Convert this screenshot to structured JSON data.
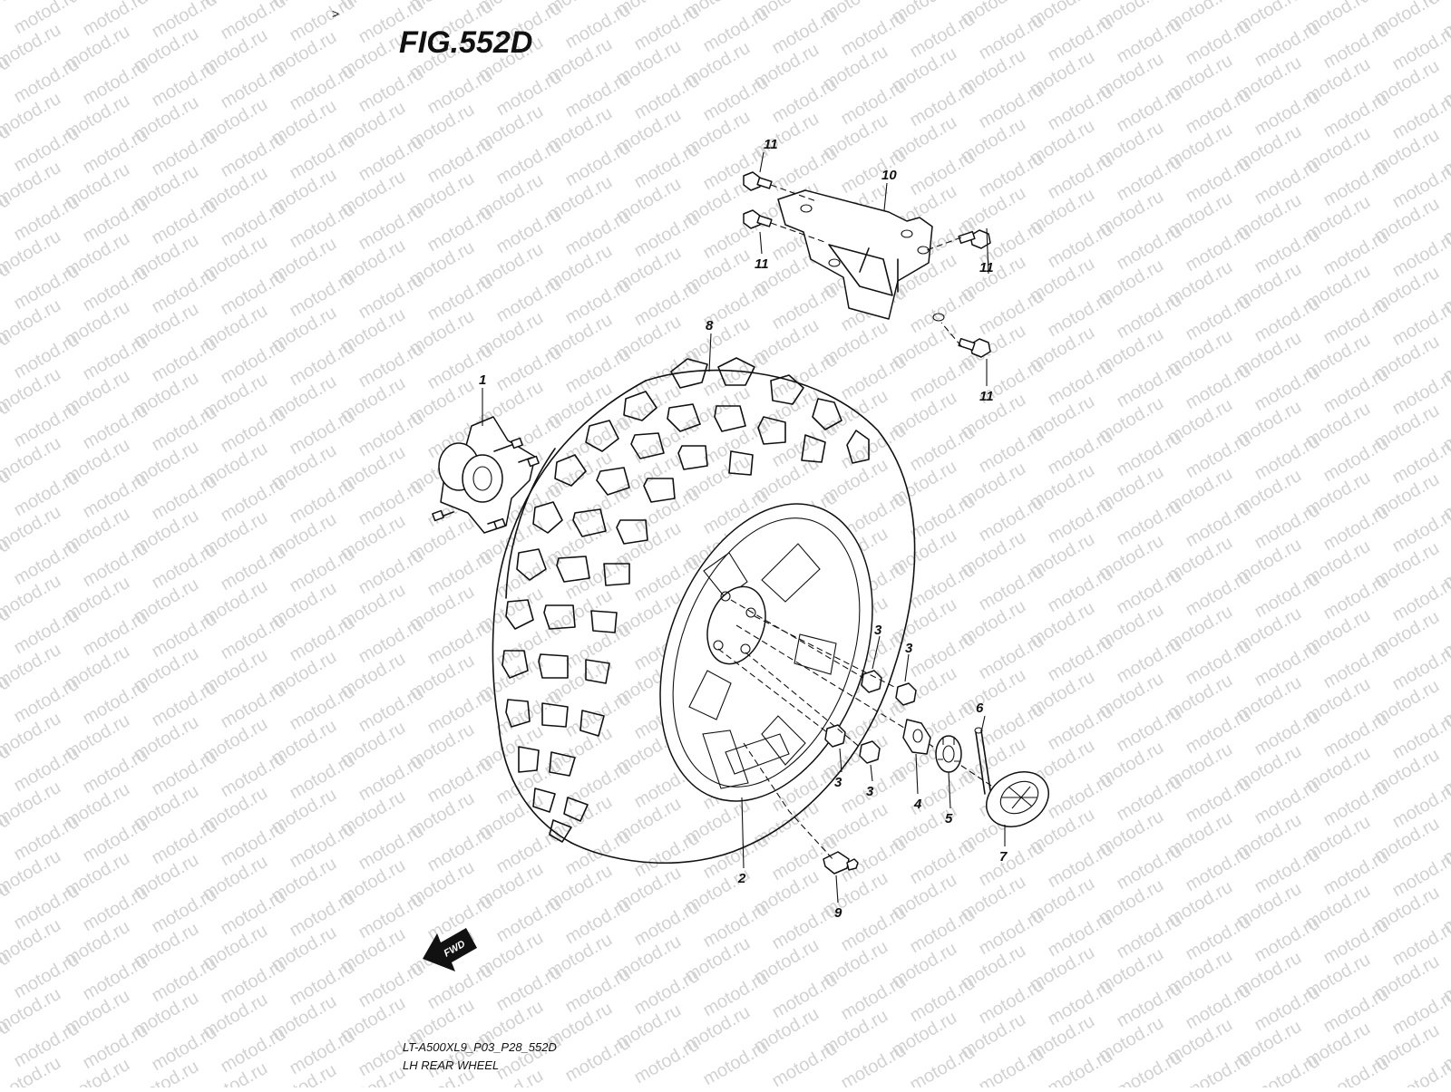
{
  "header": {
    "nav_mark": ">",
    "figure_title": "FIG.552D"
  },
  "watermark": {
    "text": "motod.ru"
  },
  "callouts": [
    "11",
    "11",
    "10",
    "11",
    "11",
    "8",
    "1",
    "3",
    "3",
    "3",
    "3",
    "6",
    "4",
    "5",
    "7",
    "2",
    "9"
  ],
  "direction_badge": {
    "label": "FWD"
  },
  "footer": {
    "model_code": "LT-A500XL9_P03_P28_552D",
    "section_title": "LH REAR WHEEL"
  }
}
